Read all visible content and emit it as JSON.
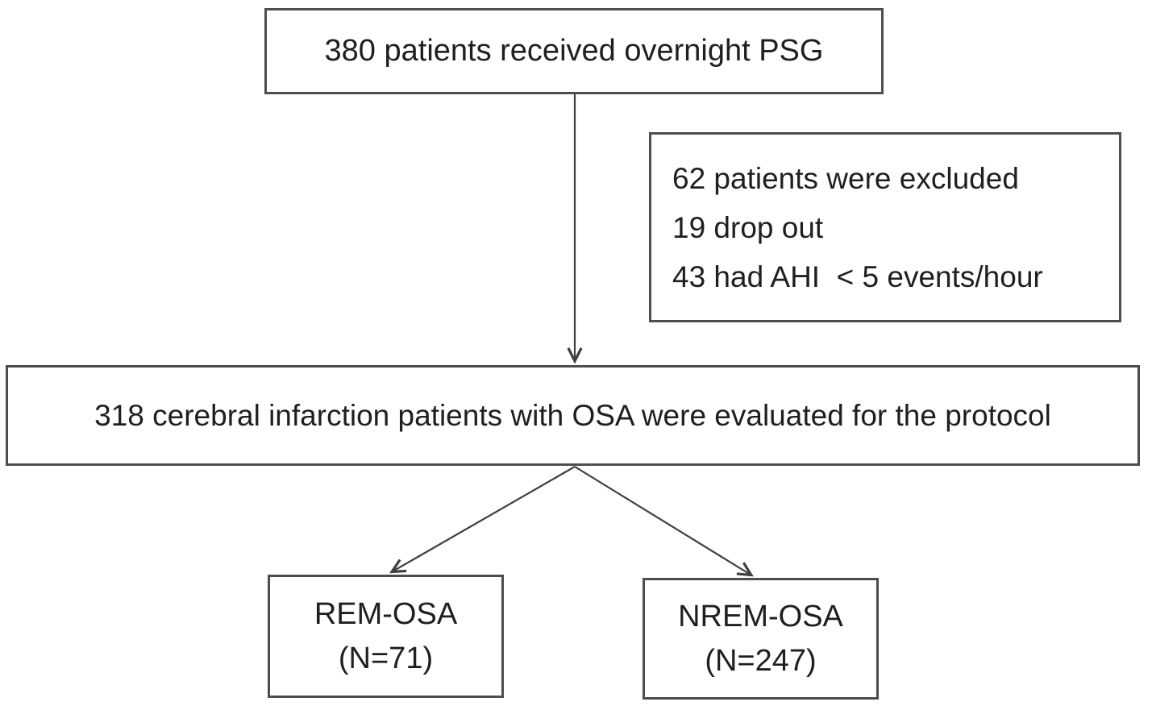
{
  "figure": {
    "type": "flowchart",
    "nodes": {
      "psg": {
        "label": "380 patients received overnight PSG"
      },
      "excluded": {
        "lines": [
          "62 patients were excluded",
          "19 drop out",
          "43 had AHI  < 5 events/hour"
        ]
      },
      "evaluated": {
        "label": "318 cerebral infarction patients with OSA were evaluated for the protocol"
      },
      "rem": {
        "line1": "REM-OSA",
        "line2": "(N=71)"
      },
      "nrem": {
        "line1": "NREM-OSA",
        "line2": "(N=247)"
      }
    },
    "edges": [
      {
        "from": "psg",
        "to": "evaluated"
      },
      {
        "from": "evaluated",
        "to": "rem"
      },
      {
        "from": "evaluated",
        "to": "nrem"
      }
    ]
  },
  "colors": {
    "background": "#ffffff",
    "box_border": "#4d4d4d",
    "text": "#1f1f1f",
    "arrow": "#3f3f3f"
  }
}
